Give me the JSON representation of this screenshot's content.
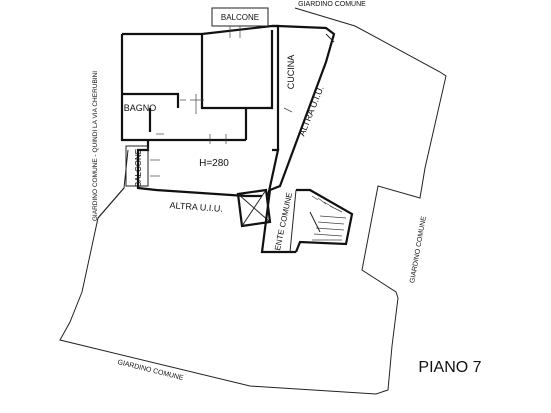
{
  "labels": {
    "balcone_top": "BALCONE",
    "giardino_top": "GIARDINO COMUNE",
    "cucina": "CUCINA",
    "bagno": "BAGNO",
    "altezza": "H=280",
    "altra_uiu_right": "ALTRA U.I.U.",
    "altra_uiu_bottom": "ALTRA U.I.U.",
    "balcone_left": "BALCONE",
    "giardino_left": "GIARDINO COMUNE - QUINDI LA VIA CHERUBINI",
    "ente_comune": "ENTE COMUNE",
    "giardino_right": "GIARDINO COMUNE",
    "giardino_bottom": "GIARDINO COMUNE",
    "piano": "PIANO 7"
  }
}
